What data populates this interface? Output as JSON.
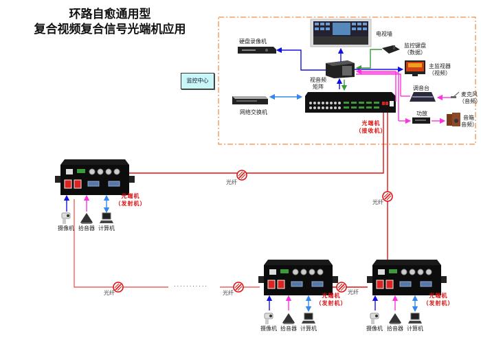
{
  "title": {
    "line1": "环路自愈通用型",
    "line2": "复合视频复合信号光端机应用"
  },
  "control_center": {
    "label": "监控中心",
    "devices": {
      "video_wall": "电视墙",
      "dvr": "硬盘录像机",
      "keyboard_line1": "监控键盘",
      "keyboard_line2": "（数据）",
      "main_monitor_line1": "主监视器",
      "main_monitor_line2": "（视频）",
      "matrix_line1": "视音频",
      "matrix_line2": "矩阵",
      "network_switch": "网络交换机",
      "mixer": "调音台",
      "microphone_line1": "麦克风",
      "microphone_line2": "（音频）",
      "amplifier": "功放",
      "speaker_line1": "音箱",
      "speaker_line2": "音频）"
    },
    "receiver_line1": "光端机",
    "receiver_line2": "（接收机）"
  },
  "transmitter": {
    "line1": "光端机",
    "line2": "（发射机）",
    "peripherals": [
      "摄像机",
      "拾音器",
      "计算机"
    ]
  },
  "fiber_label": "光纤",
  "ellipsis": "...........",
  "colors": {
    "fiber": "#e01010",
    "fiber_light": "#f06060",
    "video": "#1010e0",
    "data": "#3a9a3a",
    "audio": "#ff33dd",
    "network": "#3388ee",
    "border": "#f08a3c"
  }
}
